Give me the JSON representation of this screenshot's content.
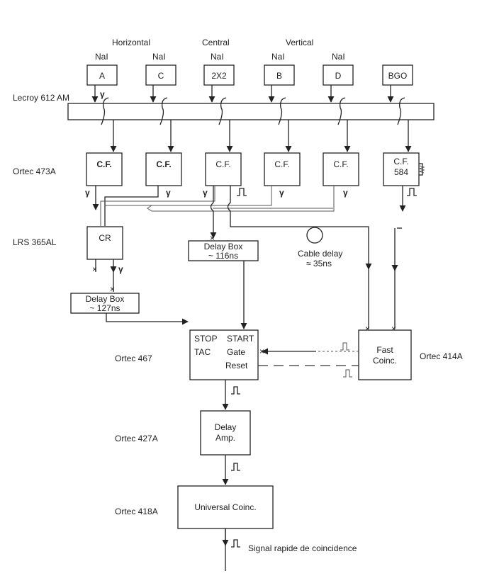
{
  "groups": {
    "horizontal": "Horizontal",
    "central": "Central",
    "vertical": "Vertical"
  },
  "detectors": [
    {
      "type": "NaI",
      "name": "A"
    },
    {
      "type": "NaI",
      "name": "C"
    },
    {
      "type": "NaI",
      "name": "2X2"
    },
    {
      "type": "NaI",
      "name": "B"
    },
    {
      "type": "NaI",
      "name": "D"
    },
    {
      "type": "",
      "name": "BGO"
    }
  ],
  "modules": {
    "lecroy": "Lecroy 612 AM",
    "ortec473": "Ortec 473A",
    "lrs": "LRS 365AL",
    "ortec467": "Ortec 467",
    "ortec414": "Ortec 414A",
    "ortec427": "Ortec 427A",
    "ortec418": "Ortec 418A"
  },
  "cf_label": "C.F.",
  "cf_bgo_sub": "584",
  "cr_label": "CR",
  "delay_box_1": {
    "line1": "Delay Box",
    "line2": "~ 116ns"
  },
  "delay_box_2": {
    "line1": "Delay Box",
    "line2": "~ 127ns"
  },
  "cable_delay": {
    "line1": "Cable delay",
    "line2": "≈ 35ns"
  },
  "tac": {
    "stop": "STOP",
    "start": "START",
    "tac": "TAC",
    "gate": "Gate",
    "reset": "Reset"
  },
  "fast_coinc": {
    "line1": "Fast",
    "line2": "Coinc."
  },
  "delay_amp": {
    "line1": "Delay",
    "line2": "Amp."
  },
  "universal_coinc": "Universal Coinc.",
  "gamma": "γ",
  "output": "Signal rapide de coincidence"
}
